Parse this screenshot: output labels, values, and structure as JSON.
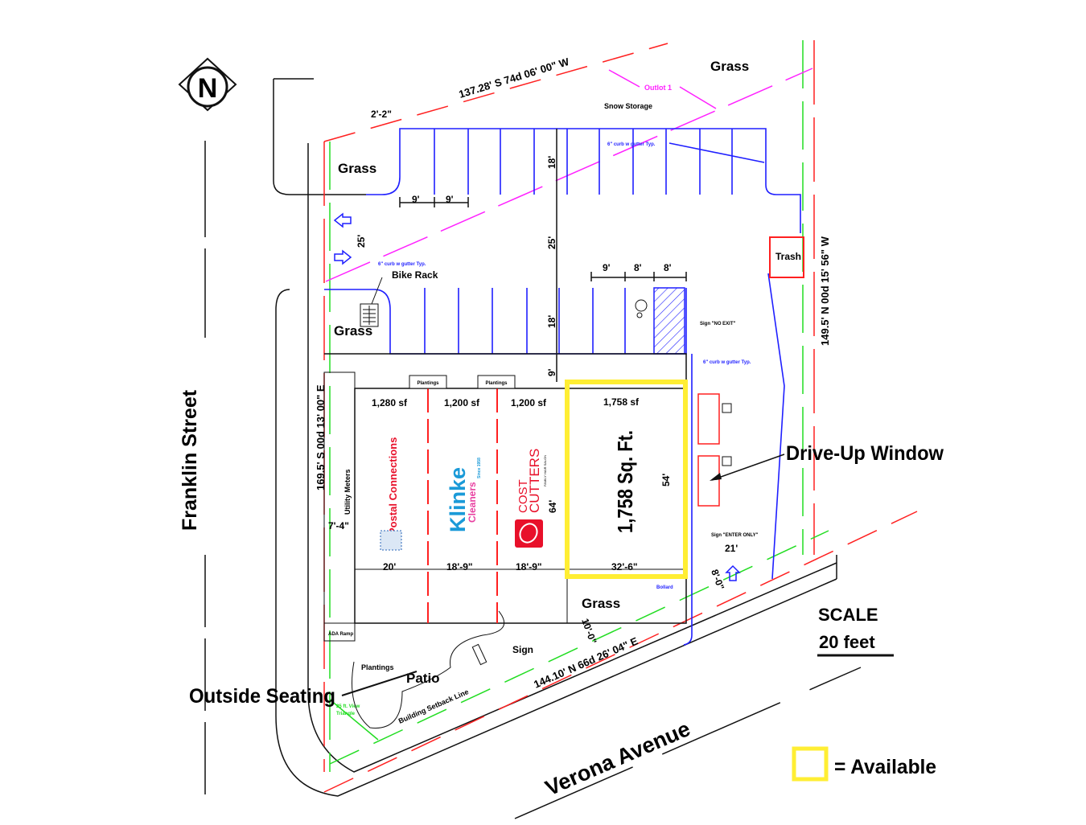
{
  "north_label": "N",
  "streets": {
    "west": "Franklin Street",
    "south": "Verona Avenue"
  },
  "bearings": {
    "north_line": "137.28'  S 74d 06' 00\" W",
    "east_line": "149.5'  N 00d 15' 56\" W",
    "west_line": "169.5'  S 00d 13' 00\" E",
    "south_line": "144.10'  N 66d 26' 04\" E"
  },
  "areas": {
    "grass_ne": "Grass",
    "grass_nw": "Grass",
    "grass_w": "Grass",
    "grass_s": "Grass",
    "snow_storage": "Snow Storage",
    "outlot": "Outlot 1",
    "patio": "Patio"
  },
  "labels": {
    "curb_top": "6\" curb w gutter Typ.",
    "curb_left": "6\" curb w gutter Typ.",
    "curb_right": "6\" curb w gutter Typ.",
    "bike_rack": "Bike Rack",
    "trash": "Trash",
    "sign_no_exit": "Sign \"NO EXIT\"",
    "sign_enter_only": "Sign \"ENTER ONLY\"",
    "bollard": "Bollard",
    "utility_meters": "Utility Meters",
    "ada_ramp": "ADA Ramp",
    "plantings_1": "Plantings",
    "plantings_2": "Plantings",
    "plantings_3": "Plantings",
    "sign": "Sign",
    "view_triangle_1": "25 ft. View",
    "view_triangle_2": "Triangle",
    "setback": "Building Setback Line"
  },
  "dimensions": {
    "d_2_2": "2'-2\"",
    "d_9a": "9'",
    "d_9b": "9'",
    "d_18a": "18'",
    "d_25a": "25'",
    "d_25b": "25'",
    "d_18b": "18'",
    "d_9c": "9'",
    "d_9d": "9'",
    "d_8a": "8'",
    "d_8b": "8'",
    "d_64": "64'",
    "d_54": "54'",
    "d_7_4": "7'-4\"",
    "d_20": "20'",
    "d_18_9a": "18'-9\"",
    "d_18_9b": "18'-9\"",
    "d_32_6": "32'-6\"",
    "d_21": "21'",
    "d_8_0": "8'-0\"",
    "d_10_0": "10'-0\""
  },
  "units": [
    {
      "area": "1,280 sf",
      "tenant": "Postal Connections"
    },
    {
      "area": "1,200 sf",
      "tenant": "Klinke",
      "tenant_sub": "Cleaners",
      "since": "Since 1958"
    },
    {
      "area": "1,200 sf",
      "tenant": "COST",
      "tenant_sub": "CUTTERS",
      "since": "FAMILY HAIR SALON"
    },
    {
      "area": "1,758 sf",
      "big_label": "1,758 Sq. Ft.",
      "available": true
    }
  ],
  "callouts": {
    "drive_up": "Drive-Up Window",
    "outside_seating": "Outside Seating"
  },
  "scale": {
    "title": "SCALE",
    "value": "20 feet"
  },
  "legend": {
    "available_label": "= Available",
    "available_color": "#ffee33"
  },
  "colors": {
    "curb": "#1f1fff",
    "property": "#ff2020",
    "setback": "#22dd22",
    "outlot": "#ff22ff"
  }
}
